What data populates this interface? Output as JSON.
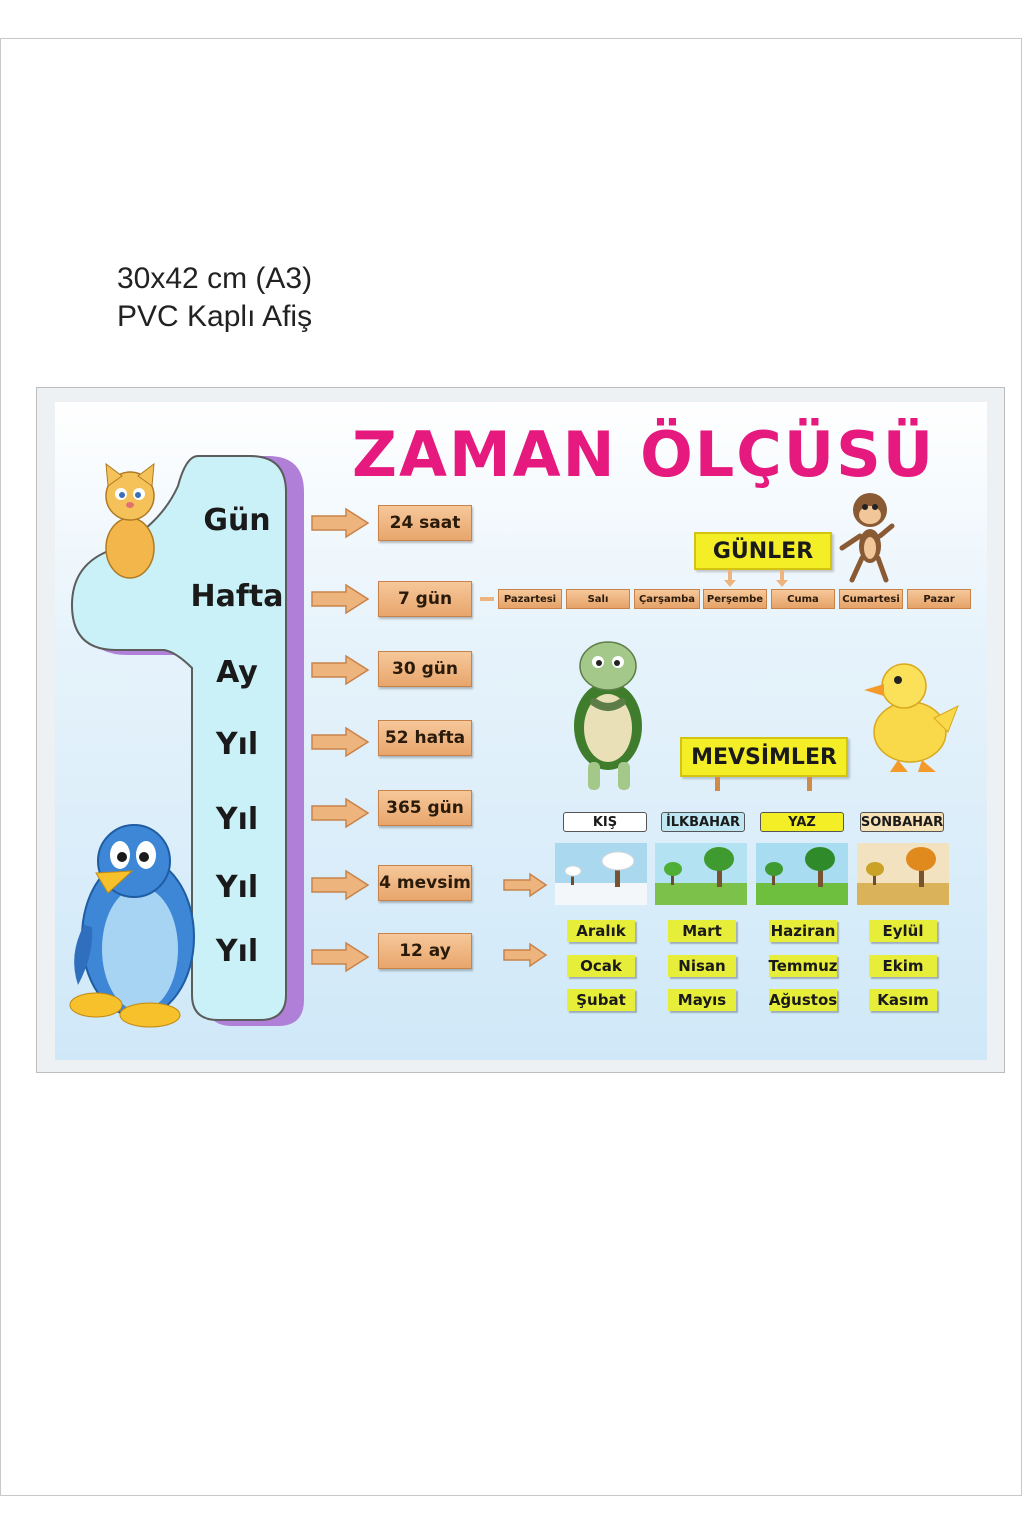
{
  "caption": {
    "line1": "30x42 cm (A3)",
    "line2": "PVC Kaplı Afiş"
  },
  "poster": {
    "title": "ZAMAN ÖLÇÜSÜ",
    "units": [
      "Gün",
      "Hafta",
      "Ay",
      "Yıl",
      "Yıl",
      "Yıl",
      "Yıl"
    ],
    "values": [
      "24 saat",
      "7 gün",
      "30 gün",
      "52 hafta",
      "365 gün",
      "4 mevsim",
      "12 ay"
    ],
    "days_heading": "GÜNLER",
    "days": [
      "Pazartesi",
      "Salı",
      "Çarşamba",
      "Perşembe",
      "Cuma",
      "Cumartesi",
      "Pazar"
    ],
    "seasons_heading": "MEVSİMLER",
    "seasons": [
      {
        "name": "KIŞ",
        "color": "#ffffff",
        "months": [
          "Aralık",
          "Ocak",
          "Şubat"
        ]
      },
      {
        "name": "İLKBAHAR",
        "color": "#bfe6f3",
        "months": [
          "Mart",
          "Nisan",
          "Mayıs"
        ]
      },
      {
        "name": "YAZ",
        "color": "#f4ee26",
        "months": [
          "Haziran",
          "Temmuz",
          "Ağustos"
        ]
      },
      {
        "name": "SONBAHAR",
        "color": "#f7e2b8",
        "months": [
          "Eylül",
          "Ekim",
          "Kasım"
        ]
      }
    ],
    "colors": {
      "title": "#e5197e",
      "number_fill": "#c9f1f7",
      "number_shadow": "#b07fd8",
      "plank": "#eeb47e",
      "month_tag": "#e7ee3a"
    },
    "icons": [
      "cat-icon",
      "monkey-icon",
      "turtle-icon",
      "duck-icon",
      "penguin-icon"
    ]
  }
}
